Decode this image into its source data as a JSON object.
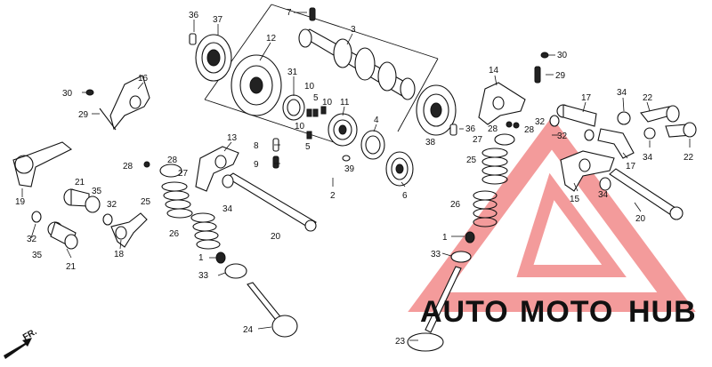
{
  "labels": {
    "l36a": "36",
    "l37": "37",
    "l7": "7",
    "l3": "3",
    "l12": "12",
    "l30a": "30",
    "l16": "16",
    "l29a": "29",
    "l31": "31",
    "l10a": "10",
    "l5a": "5",
    "l10b": "10",
    "l11": "11",
    "l10c": "10",
    "l5b": "5",
    "l4": "4",
    "l38": "38",
    "l13": "13",
    "l8": "8",
    "l9": "9",
    "l2": "2",
    "l39": "39",
    "l6": "6",
    "l28a": "28",
    "l27a": "27",
    "l19": "19",
    "l21a": "21",
    "l35a": "35",
    "l32a": "32",
    "l25a": "25",
    "l34a": "34",
    "l26a": "26",
    "l32b": "32",
    "l35b": "35",
    "l21b": "21",
    "l18": "18",
    "l20a": "20",
    "l1a": "1",
    "l33a": "33",
    "l24": "24",
    "l30b": "30",
    "l29b": "29",
    "l14": "14",
    "l17a": "17",
    "l34b": "34",
    "l22a": "22",
    "l36b": "36",
    "l32c": "32",
    "l28b": "28",
    "l28c": "28",
    "l27b": "27",
    "l32d": "32",
    "l17b": "17",
    "l34c": "34",
    "l22b": "22",
    "l25b": "25",
    "l15": "15",
    "l34d": "34",
    "l26b": "26",
    "l20b": "20",
    "l1b": "1",
    "l33b": "33",
    "l23": "23"
  },
  "direction_marker": "FR.",
  "watermark": {
    "part1": "AUTO",
    "part2": "MOTO",
    "part3": "HUB",
    "color_auto": "#f5c896",
    "color_moto": "#f4a7a7",
    "color_hub": "#a9a9a9",
    "logo_color": "#f28a8a"
  }
}
